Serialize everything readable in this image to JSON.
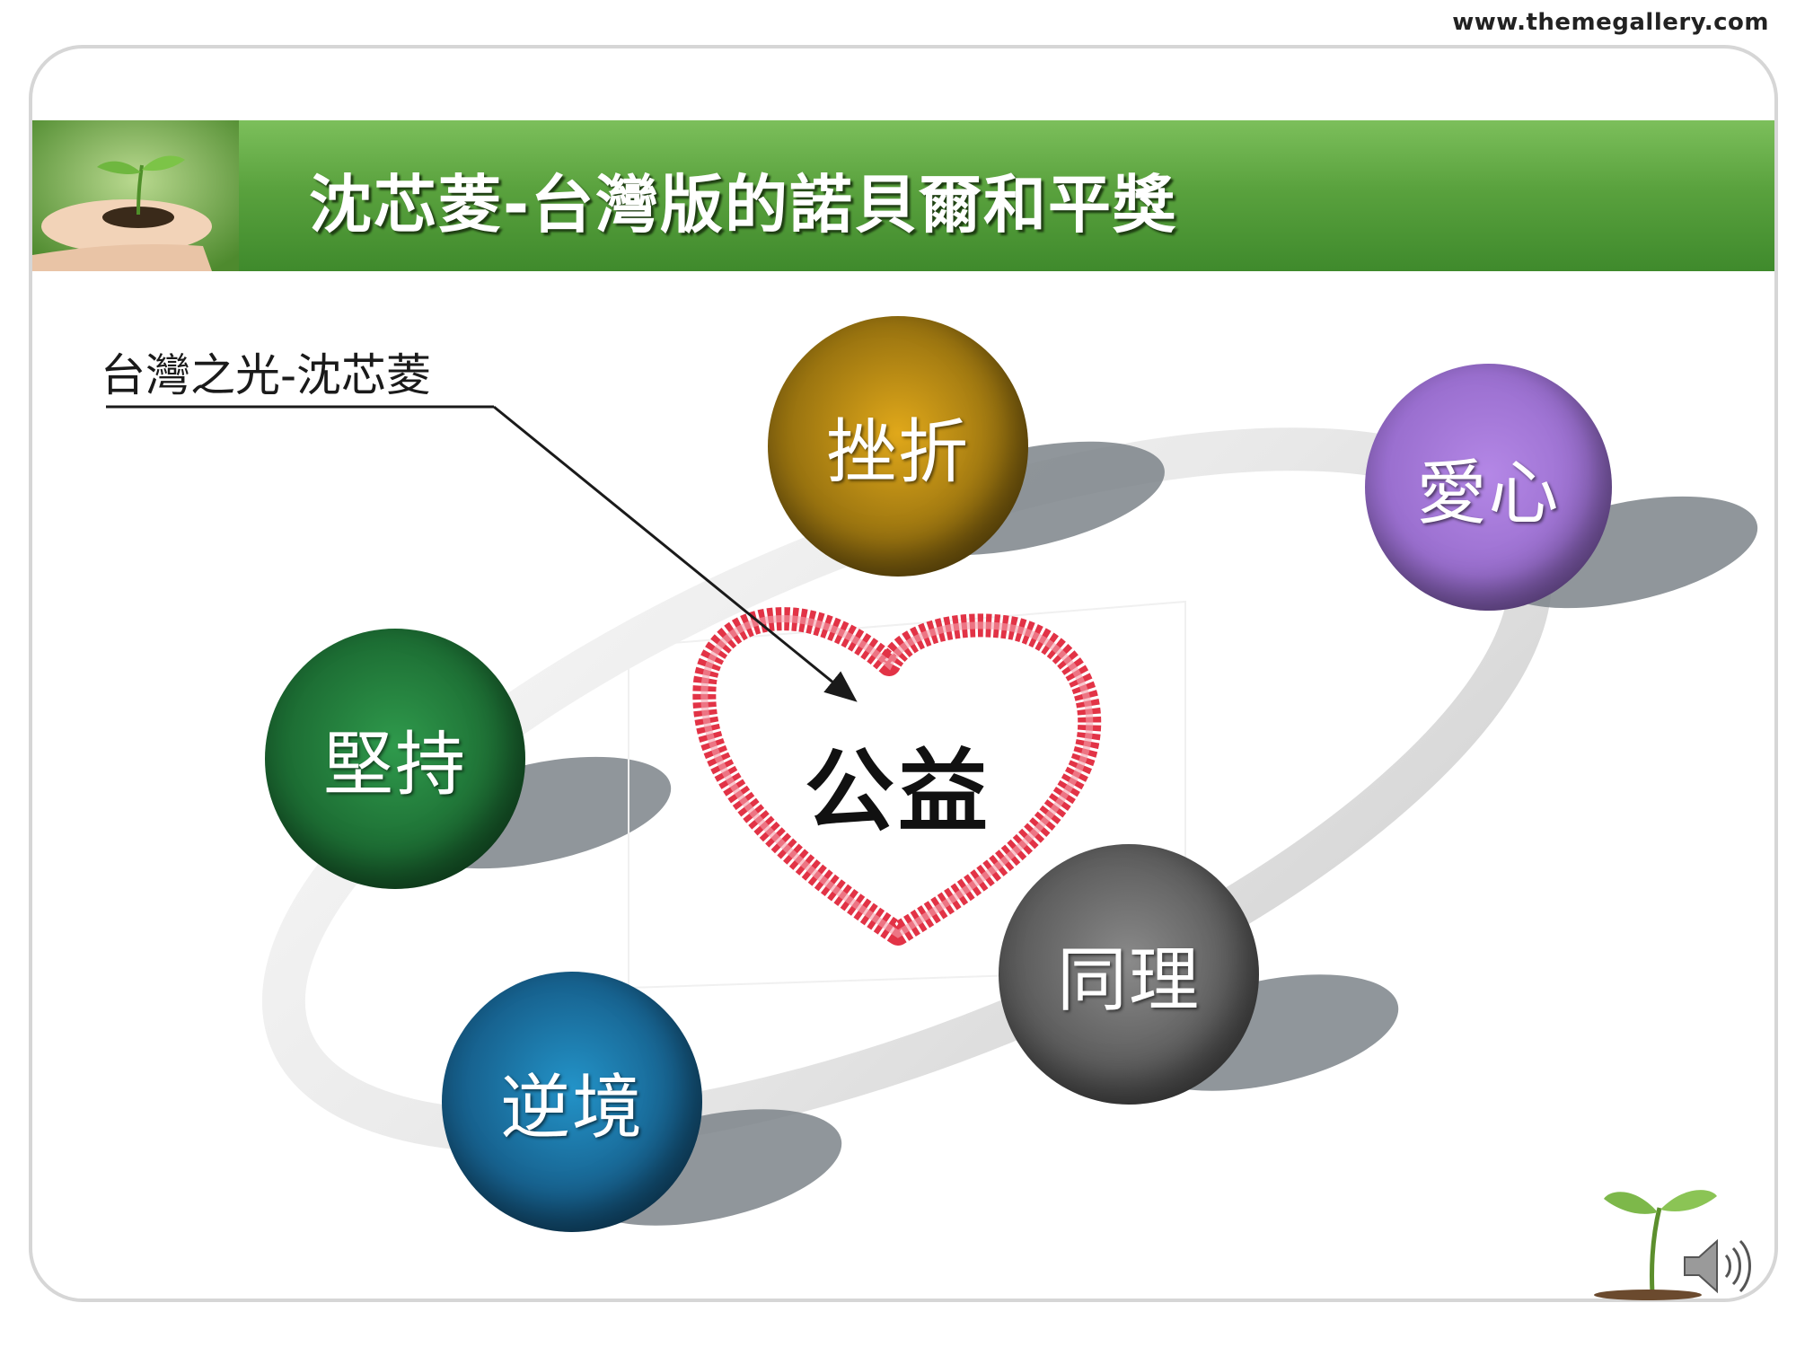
{
  "header": {
    "site_url": "www.themegallery.com",
    "title": "沈芯菱-台灣版的諾貝爾和平獎"
  },
  "diagram": {
    "callout": "台灣之光-沈芯菱",
    "center": "公益",
    "nodes": [
      {
        "id": "frustration",
        "label": "挫折",
        "color": "#b8860b"
      },
      {
        "id": "love",
        "label": "愛心",
        "color": "#a070d0"
      },
      {
        "id": "persistence",
        "label": "堅持",
        "color": "#1f7a3a"
      },
      {
        "id": "empathy",
        "label": "同理",
        "color": "#6e6e6e"
      },
      {
        "id": "adversity",
        "label": "逆境",
        "color": "#1a76a8"
      }
    ]
  },
  "icons": {
    "speaker": "speaker-icon",
    "sprout": "sprout-icon"
  }
}
